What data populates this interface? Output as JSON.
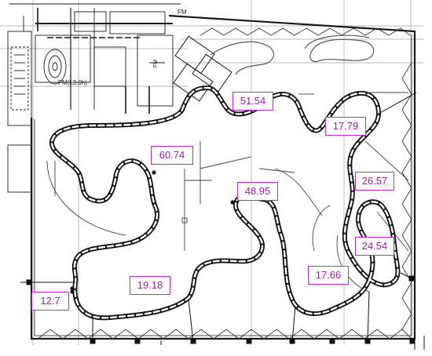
{
  "plan_labels": {
    "fm_top": "FM",
    "fm_left": "FM(L3.0h)",
    "fm_side": "FM"
  },
  "segments": [
    {
      "id": "s1",
      "value": "51.54"
    },
    {
      "id": "s2",
      "value": "17.79"
    },
    {
      "id": "s3",
      "value": "60.74"
    },
    {
      "id": "s4",
      "value": "48.95"
    },
    {
      "id": "s5",
      "value": "26.57"
    },
    {
      "id": "s6",
      "value": "24.54"
    },
    {
      "id": "s7",
      "value": "17.66"
    },
    {
      "id": "s8",
      "value": "19.18"
    },
    {
      "id": "s9",
      "value": "12.7"
    }
  ],
  "colors": {
    "label_border": "#c026d3",
    "label_text": "#a21caf",
    "linework": "#1a1a1a",
    "grid": "#9a9a9a"
  }
}
